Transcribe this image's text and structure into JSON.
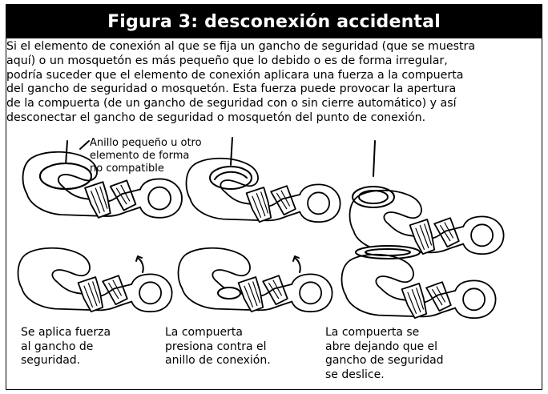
{
  "header": {
    "title": "Figura 3: desconexión accidental"
  },
  "intro": {
    "lines": [
      "Si el elemento de conexión al que se fija un gancho de seguridad (que se muestra",
      "aquí) o un mosquetón es más pequeño que lo debido o es de forma irregular,",
      "podría suceder que el elemento de conexión aplicara una fuerza a la compuerta",
      "del gancho de seguridad o mosquetón. Esta fuerza puede provocar la apertura",
      "de la compuerta (de un gancho de seguridad con o sin cierre automático) y así",
      "desconectar el gancho de seguridad o mosquetón del punto de conexión."
    ]
  },
  "callout": {
    "lines": [
      "Anillo pequeño u otro",
      "elemento de forma",
      "no compatible"
    ]
  },
  "captions": [
    {
      "lines": [
        "Se aplica fuerza",
        "al gancho de",
        "seguridad."
      ]
    },
    {
      "lines": [
        "La compuerta",
        "presiona contra el",
        "anillo de conexión."
      ]
    },
    {
      "lines": [
        "La compuerta se",
        "abre dejando que el",
        "gancho de seguridad",
        "se deslice."
      ]
    }
  ]
}
